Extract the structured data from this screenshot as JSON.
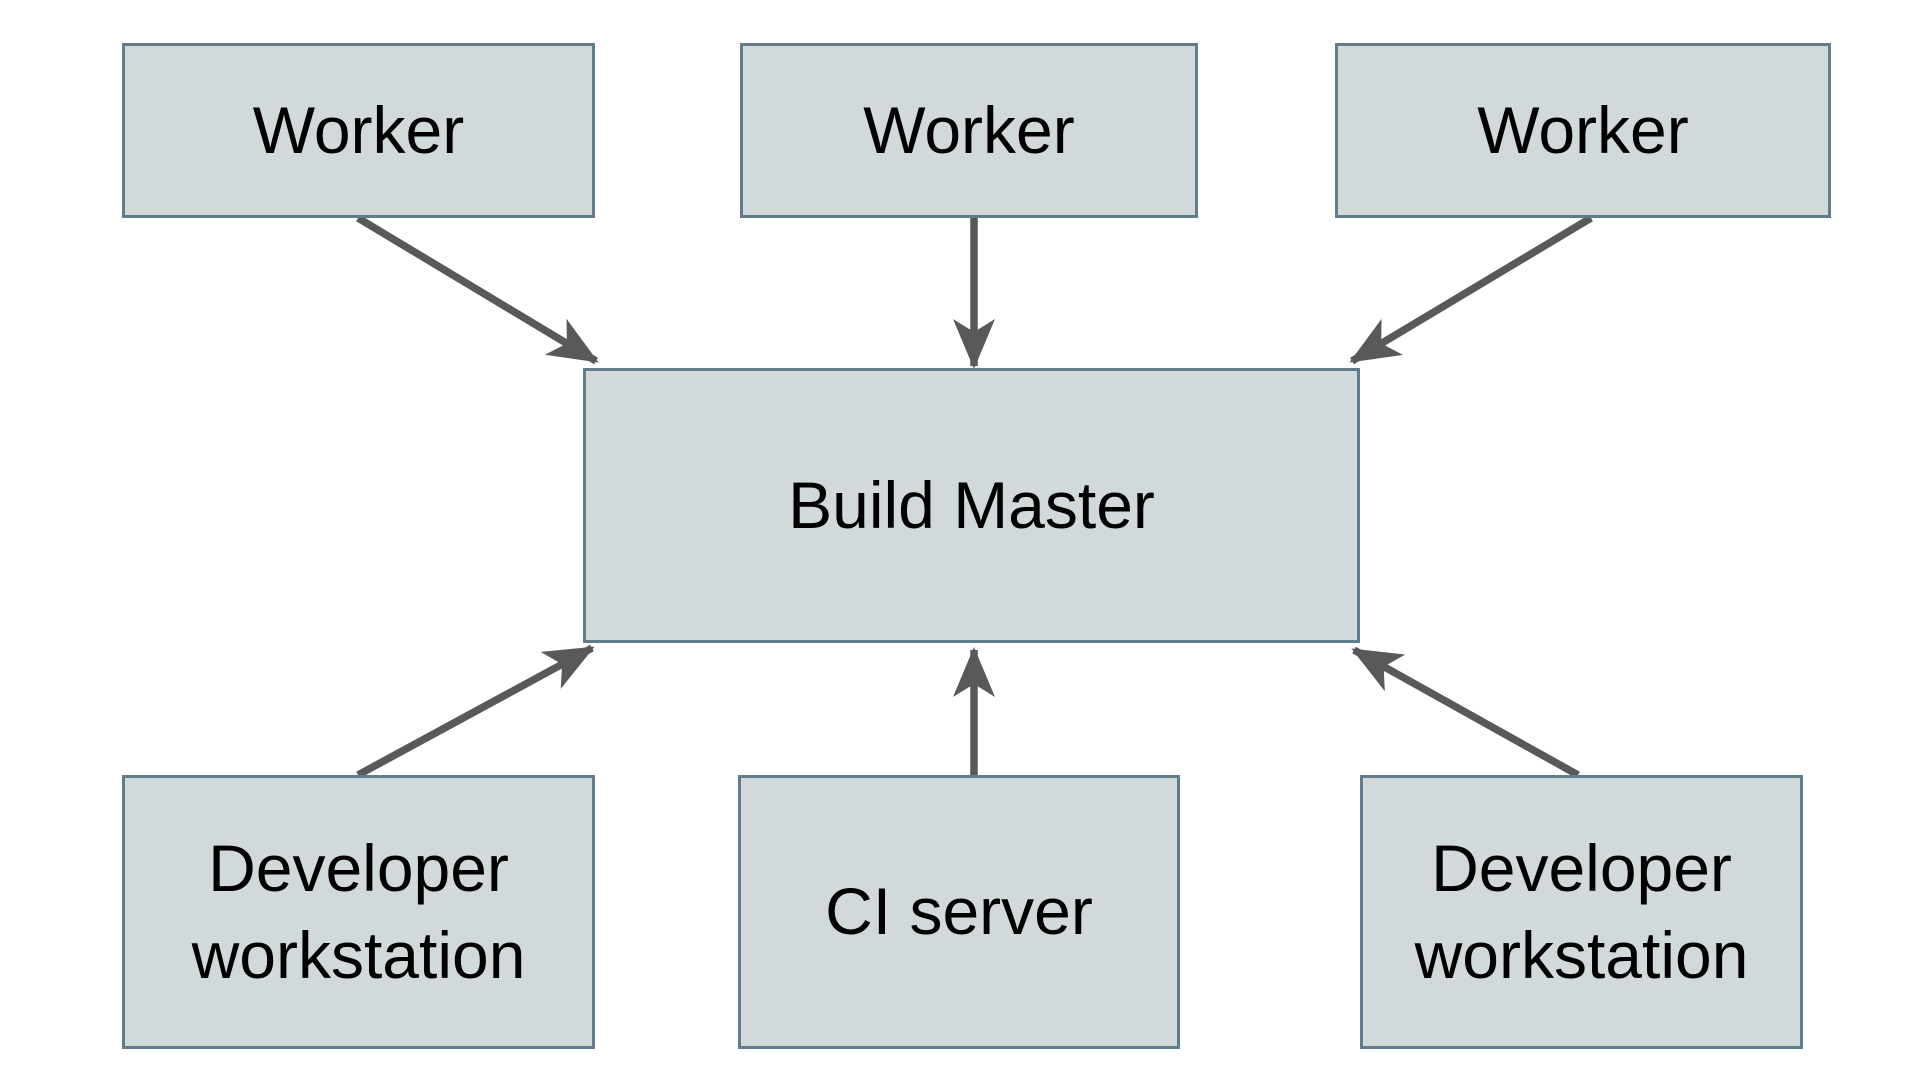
{
  "diagram": {
    "type": "flow-diagram",
    "background": "#ffffff",
    "nodes": [
      {
        "id": "worker-1",
        "label": "Worker"
      },
      {
        "id": "worker-2",
        "label": "Worker"
      },
      {
        "id": "worker-3",
        "label": "Worker"
      },
      {
        "id": "build-master",
        "label": "Build Master"
      },
      {
        "id": "developer-workstation-1",
        "label": "Developer workstation"
      },
      {
        "id": "ci-server",
        "label": "CI server"
      },
      {
        "id": "developer-workstation-2",
        "label": "Developer workstation"
      }
    ],
    "edges": [
      {
        "from": "worker-1",
        "to": "build-master",
        "direction": "down-right"
      },
      {
        "from": "worker-2",
        "to": "build-master",
        "direction": "down"
      },
      {
        "from": "worker-3",
        "to": "build-master",
        "direction": "down-left"
      },
      {
        "from": "developer-workstation-1",
        "to": "build-master",
        "direction": "up-right"
      },
      {
        "from": "ci-server",
        "to": "build-master",
        "direction": "up"
      },
      {
        "from": "developer-workstation-2",
        "to": "build-master",
        "direction": "up-left"
      }
    ],
    "colors": {
      "node_fill": "#d1d9db",
      "node_border": "#617c8b",
      "arrow": "#595959",
      "text": "#000000",
      "background": "#ffffff"
    }
  }
}
